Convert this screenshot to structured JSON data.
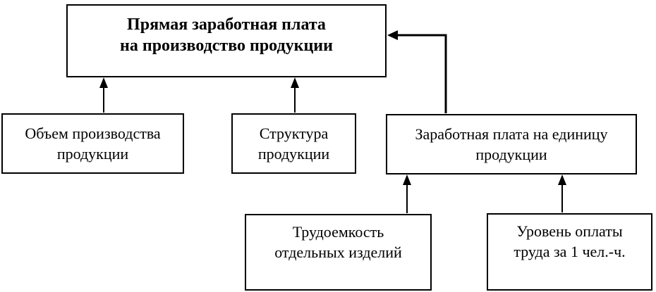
{
  "diagram": {
    "title": "Прямая заработная плата на производство продукции",
    "type": "factor-tree-flowchart",
    "colors": {
      "line": "#000000",
      "text": "#000000",
      "background": "#ffffff"
    },
    "boxes": {
      "direct_wages": {
        "label": "Прямая заработная плата\nна производство продукции",
        "emphasis": "bold"
      },
      "production_volume": {
        "label": "Объем производства\nпродукции"
      },
      "product_structure": {
        "label": "Структура\nпродукции"
      },
      "wage_per_unit": {
        "label": "Заработная плата на единицу\nпродукции"
      },
      "labor_intensity": {
        "label": "Трудоемкость\nотдельных изделий"
      },
      "pay_level": {
        "label": "Уровень оплаты\nтруда за 1 чел.-ч."
      }
    },
    "arrows": [
      {
        "from": "production_volume",
        "to": "direct_wages",
        "style": "straight-up"
      },
      {
        "from": "product_structure",
        "to": "direct_wages",
        "style": "straight-up"
      },
      {
        "from": "wage_per_unit",
        "to": "direct_wages",
        "style": "elbow-up-left"
      },
      {
        "from": "labor_intensity",
        "to": "wage_per_unit",
        "style": "straight-up"
      },
      {
        "from": "pay_level",
        "to": "wage_per_unit",
        "style": "straight-up"
      }
    ]
  }
}
